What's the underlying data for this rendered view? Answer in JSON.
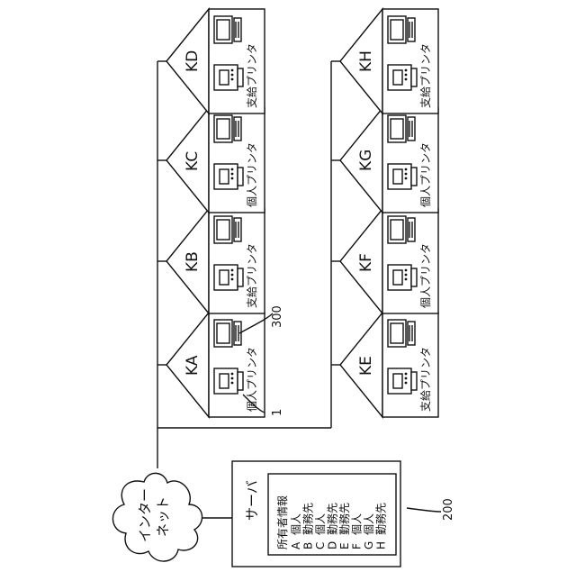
{
  "houses": [
    {
      "id": "KA",
      "printer": "個人プリンタ"
    },
    {
      "id": "KB",
      "printer": "支給プリンタ"
    },
    {
      "id": "KC",
      "printer": "個人プリンタ"
    },
    {
      "id": "KD",
      "printer": "支給プリンタ"
    },
    {
      "id": "KE",
      "printer": "支給プリンタ"
    },
    {
      "id": "KF",
      "printer": "個人プリンタ"
    },
    {
      "id": "KG",
      "printer": "個人プリンタ"
    },
    {
      "id": "KH",
      "printer": "支給プリンタ"
    }
  ],
  "internet": {
    "line1": "インター",
    "line2": "ネット"
  },
  "server": {
    "title": "サーバ",
    "info_heading": "所有者情報",
    "owners": [
      {
        "letter": "A",
        "type": "個人"
      },
      {
        "letter": "B",
        "type": "勤務先"
      },
      {
        "letter": "C",
        "type": "個人"
      },
      {
        "letter": "D",
        "type": "勤務先"
      },
      {
        "letter": "E",
        "type": "勤務先"
      },
      {
        "letter": "F",
        "type": "個人"
      },
      {
        "letter": "G",
        "type": "個人"
      },
      {
        "letter": "H",
        "type": "勤務先"
      }
    ]
  },
  "refs": {
    "house_ref": "300",
    "printer_ref": "1",
    "server_ref": "200"
  }
}
